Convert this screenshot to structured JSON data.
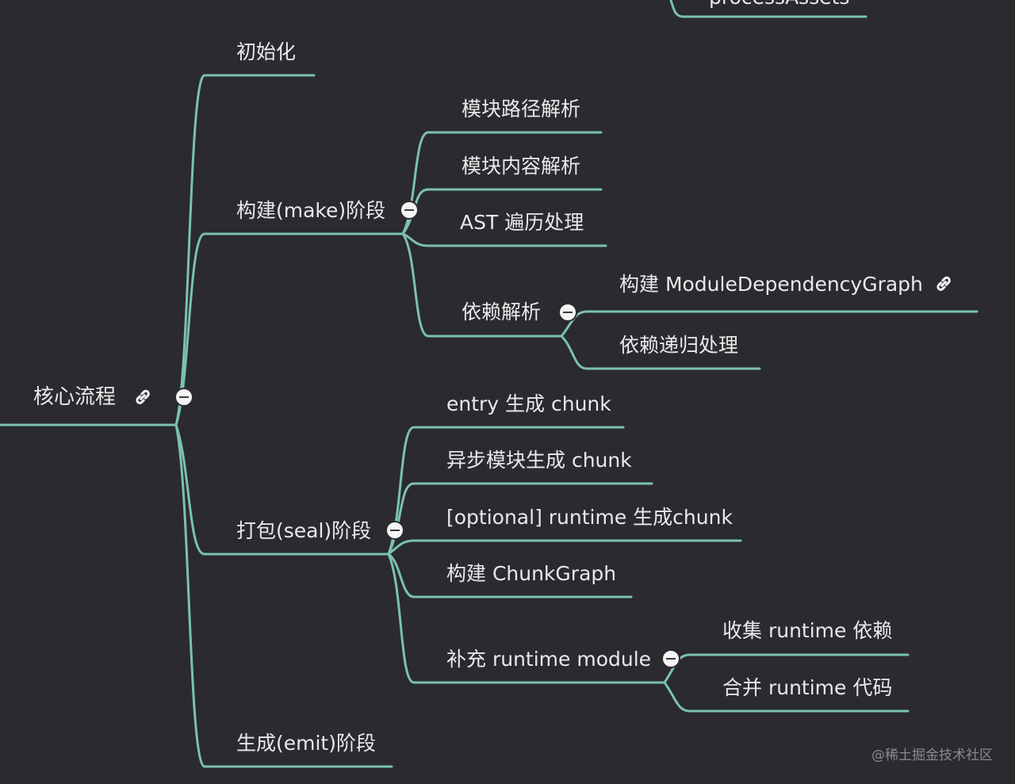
{
  "colors": {
    "background": "#2b2a2f",
    "branch": "#7ac2b0",
    "text": "#e9e9ea"
  },
  "top_partial": "processAssets",
  "root": {
    "label": "核心流程",
    "icon": "link-icon"
  },
  "branches": {
    "init": "初始化",
    "make": {
      "label": "构建(make)阶段",
      "children": {
        "path_parse": "模块路径解析",
        "content_parse": "模块内容解析",
        "ast": "AST 遍历处理",
        "dep": {
          "label": "依赖解析",
          "children": {
            "graph": "构建 ModuleDependencyGraph",
            "recursive": "依赖递归处理"
          }
        }
      }
    },
    "seal": {
      "label": "打包(seal)阶段",
      "children": {
        "entry": "entry 生成 chunk",
        "async": "异步模块生成 chunk",
        "optional": "[optional] runtime 生成chunk",
        "chunkgraph": "构建 ChunkGraph",
        "runtime_module": {
          "label": "补充 runtime module",
          "children": {
            "collect": "收集 runtime 依赖",
            "merge": "合并 runtime 代码"
          }
        }
      }
    },
    "emit": "生成(emit)阶段"
  },
  "watermark": "@稀土掘金技术社区"
}
